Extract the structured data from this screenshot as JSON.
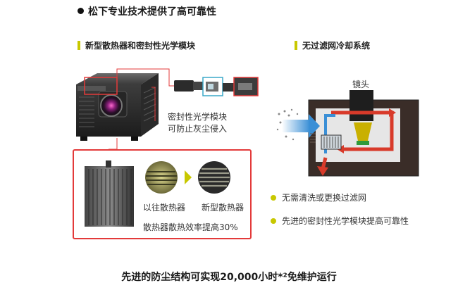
{
  "title": "松下专业技术提供了高可靠性",
  "left_section": {
    "title": "新型散热器和密封性光学模块",
    "caption_lines": [
      "密封性光学模块",
      "可防止灰尘侵入"
    ],
    "old_label": "以往散热器",
    "new_label": "新型散热器",
    "efficiency_text": "散热器散热效率提高30%"
  },
  "right_section": {
    "title": "无过滤网冷却系统",
    "lens_label": "镜头",
    "bullets": [
      "无需清洗或更换过滤网",
      "先进的密封性光学模块提高可靠性"
    ]
  },
  "footer": "先进的防尘结构可实现20,000小时*²免维护运行",
  "colors": {
    "accent_yellow": "#c8c800",
    "highlight_red": "#e33a3a",
    "airflow_blue": "#3a8fd6"
  }
}
